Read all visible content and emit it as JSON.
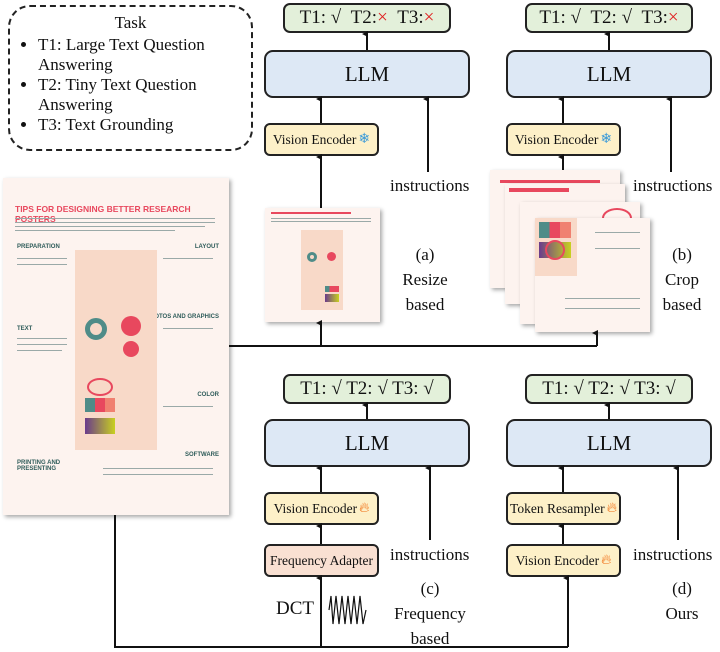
{
  "task": {
    "title": "Task",
    "items": [
      "T1: Large Text Question Answering",
      "T2: Tiny Text Question Answering",
      "T3: Text Grounding"
    ]
  },
  "poster": {
    "title": "TIPS FOR DESIGNING BETTER RESEARCH POSTERS",
    "sections": [
      "PREPARATION",
      "TEXT",
      "PRINTING AND PRESENTING",
      "LAYOUT",
      "PHOTOS AND GRAPHICS",
      "COLOR",
      "SOFTWARE"
    ]
  },
  "panels": {
    "a": {
      "t1": "T1: √",
      "t2": "T2:",
      "t2_mark": "×",
      "t3": "T3:",
      "t3_mark": "×",
      "llm": "LLM",
      "encoder": "Vision Encoder",
      "encoder_icon": "snowflake-icon",
      "instructions": "instructions",
      "label": [
        "(a)",
        "Resize",
        "based"
      ]
    },
    "b": {
      "t1": "T1: √",
      "t2": "T2: √",
      "t3": "T3:",
      "t3_mark": "×",
      "llm": "LLM",
      "encoder": "Vision Encoder",
      "encoder_icon": "snowflake-icon",
      "instructions": "instructions",
      "label": [
        "(b)",
        "Crop",
        "based"
      ]
    },
    "c": {
      "result": "T1: √  T2: √  T3: √",
      "llm": "LLM",
      "encoder": "Vision Encoder",
      "encoder_icon": "fire-icon",
      "adapter": "Frequency Adapter",
      "instructions": "instructions",
      "dct": "DCT",
      "label": [
        "(c)",
        "Frequency",
        "based"
      ]
    },
    "d": {
      "result": "T1: √  T2: √  T3: √",
      "llm": "LLM",
      "resampler": "Token Resampler",
      "encoder": "Vision Encoder",
      "encoder_icon": "fire-icon",
      "instructions": "instructions",
      "label": [
        "(d)",
        "Ours"
      ]
    }
  },
  "colors": {
    "result_box": "#e3f0da",
    "llm_box": "#dde8f5",
    "encoder_box": "#fdf0c8",
    "adapter_box": "#f9e0d2",
    "cross": "#e02020",
    "poster_title": "#e8485e"
  }
}
